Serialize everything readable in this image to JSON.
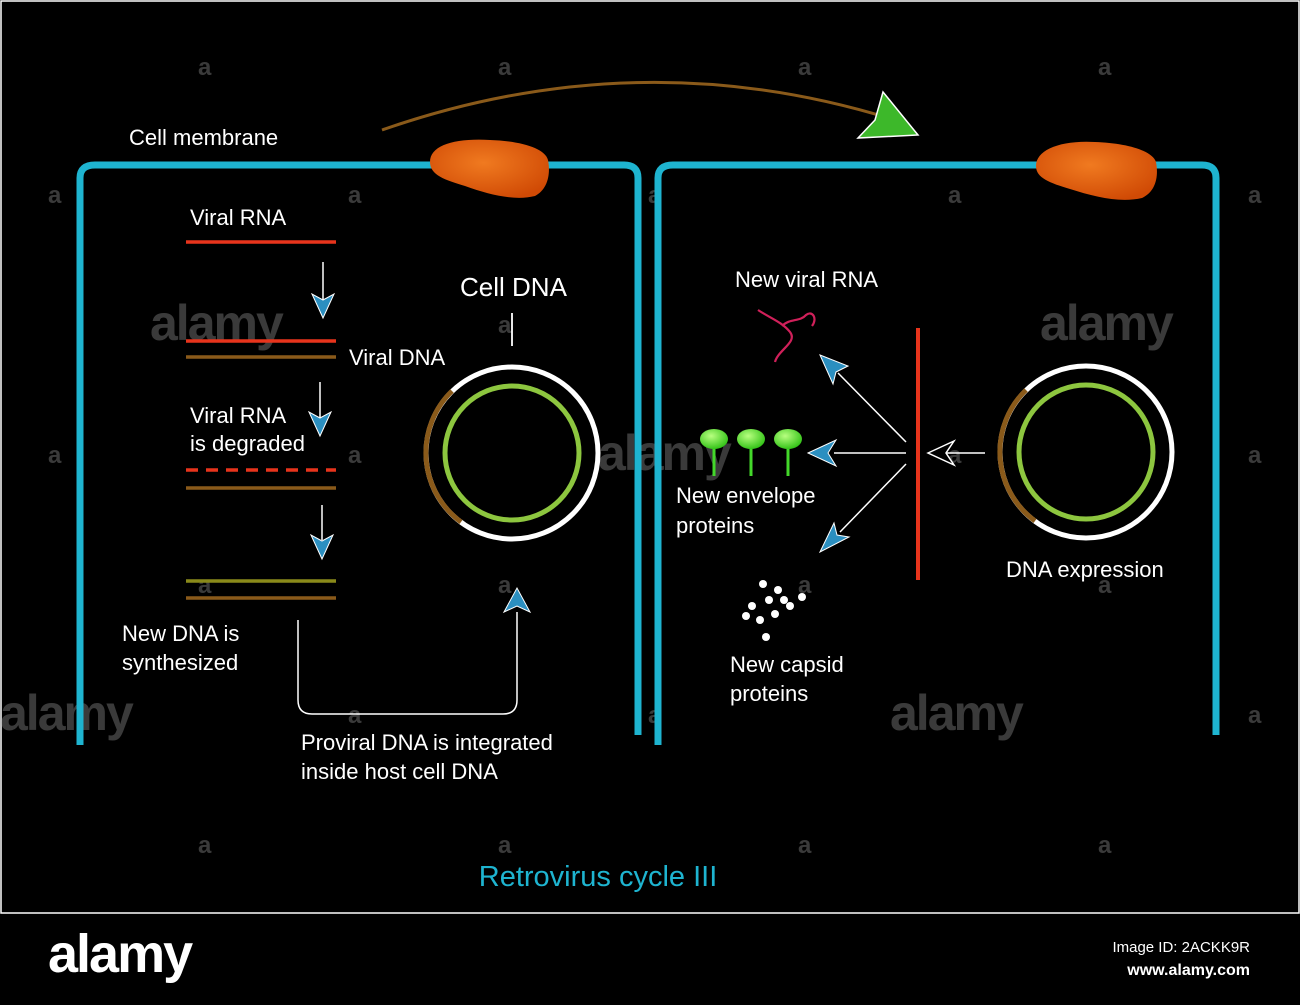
{
  "title": "Retrovirus cycle III",
  "labels": {
    "cell_membrane": "Cell membrane",
    "viral_rna": "Viral RNA",
    "viral_dna": "Viral DNA",
    "cell_dna": "Cell DNA",
    "viral_rna_degraded_1": "Viral RNA",
    "viral_rna_degraded_2": "is degraded",
    "new_dna_1": "New DNA is",
    "new_dna_2": "synthesized",
    "proviral_1": "Proviral DNA is integrated",
    "proviral_2": "inside host cell DNA",
    "new_viral_rna": "New viral RNA",
    "new_envelope_1": "New envelope",
    "new_envelope_2": "proteins",
    "new_capsid_1": "New capsid",
    "new_capsid_2": "proteins",
    "dna_expression": "DNA expression"
  },
  "watermark": {
    "small": "a",
    "big": "alamy"
  },
  "footer": {
    "logo": "alamy",
    "image_id": "Image ID: 2ACKK9R",
    "url": "www.alamy.com"
  },
  "colors": {
    "background": "#000000",
    "membrane": "#1eb4d0",
    "protein": "#e0560a",
    "viral_rna": "#e8341c",
    "viral_dna": "#8a5a1a",
    "new_dna": "#8a8a1a",
    "cell_dna_inner": "#8dc63f",
    "cell_dna_outer": "#ffffff",
    "arrow": "#2b8fc0",
    "green_arrow": "#3db82a",
    "envelope": "#43d82a",
    "title": "#1eb4d0",
    "new_rna_strand": "#d0205a"
  }
}
